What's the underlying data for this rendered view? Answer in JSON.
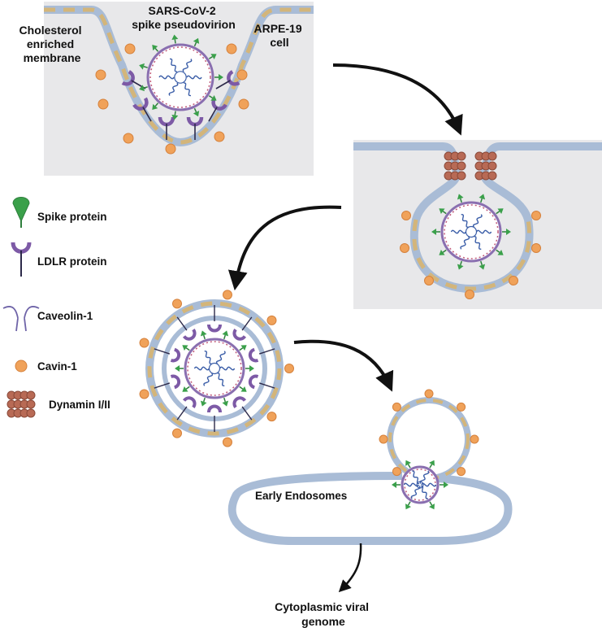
{
  "labels": {
    "cholesterol": [
      "Cholesterol",
      "enriched",
      "membrane"
    ],
    "pseudovirion": [
      "SARS-CoV-2",
      "spike pseudovirion"
    ],
    "cell": [
      "ARPE-19",
      "cell"
    ],
    "early_endosomes": "Early Endosomes",
    "cytoplasmic": [
      "Cytoplasmic viral",
      "genome"
    ]
  },
  "legend": {
    "spike": "Spike protein",
    "ldlr": "LDLR protein",
    "caveolin": "Caveolin-1",
    "cavin": "Cavin-1",
    "dynamin": "Dynamin I/II"
  },
  "colors": {
    "panel_bg": "#e8e8ea",
    "membrane_fill": "#a9bcd6",
    "membrane_stroke": "#7f95b6",
    "lipid_raft": "#d3b57a",
    "spike": "#3aa04a",
    "ldlr": "#7d5aa6",
    "caveolin": "#6f64a8",
    "cavin": "#f0a25a",
    "dynamin": "#b86a55",
    "arrow": "#111111",
    "genome": "#3b5ea8"
  }
}
